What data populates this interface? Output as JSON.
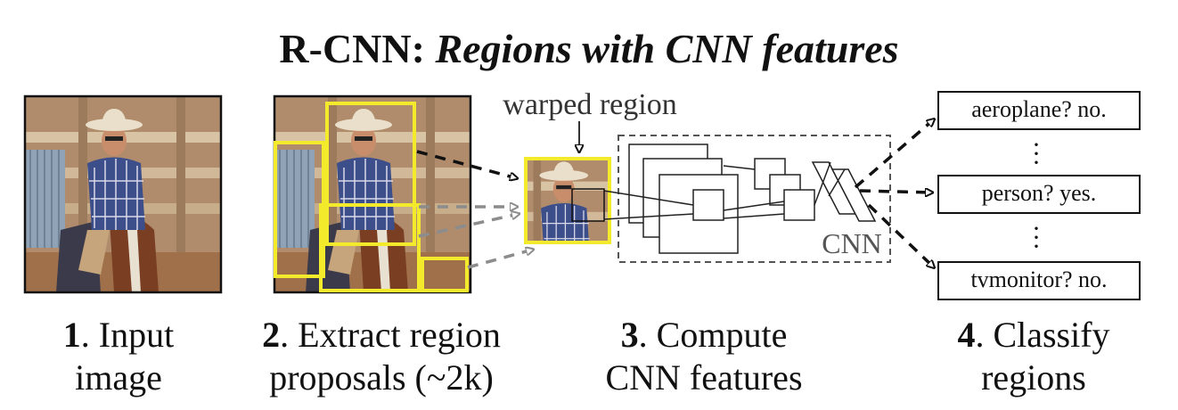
{
  "title": {
    "bold": "R-CNN: ",
    "italic": "Regions with CNN features"
  },
  "labels": {
    "warped_region": "warped region",
    "cnn": "CNN"
  },
  "classes": [
    {
      "text": "aeroplane? no."
    },
    {
      "text": "person? yes."
    },
    {
      "text": "tvmonitor? no."
    }
  ],
  "steps": [
    {
      "num": "1",
      "line1": ". Input",
      "line2": "image"
    },
    {
      "num": "2",
      "line1": ". Extract region",
      "line2": "proposals (~2k)"
    },
    {
      "num": "3",
      "line1": ". Compute",
      "line2": "CNN features"
    },
    {
      "num": "4",
      "line1": ". Classify",
      "line2": "regions"
    }
  ],
  "colors": {
    "proposal_box": "#f2ea2a",
    "dashed_gray": "#8c8c8c",
    "ink": "#111111"
  },
  "icons": {
    "input_photo": "cowboy-on-horse-photo",
    "warped_photo": "warped-cowboy-crop"
  }
}
